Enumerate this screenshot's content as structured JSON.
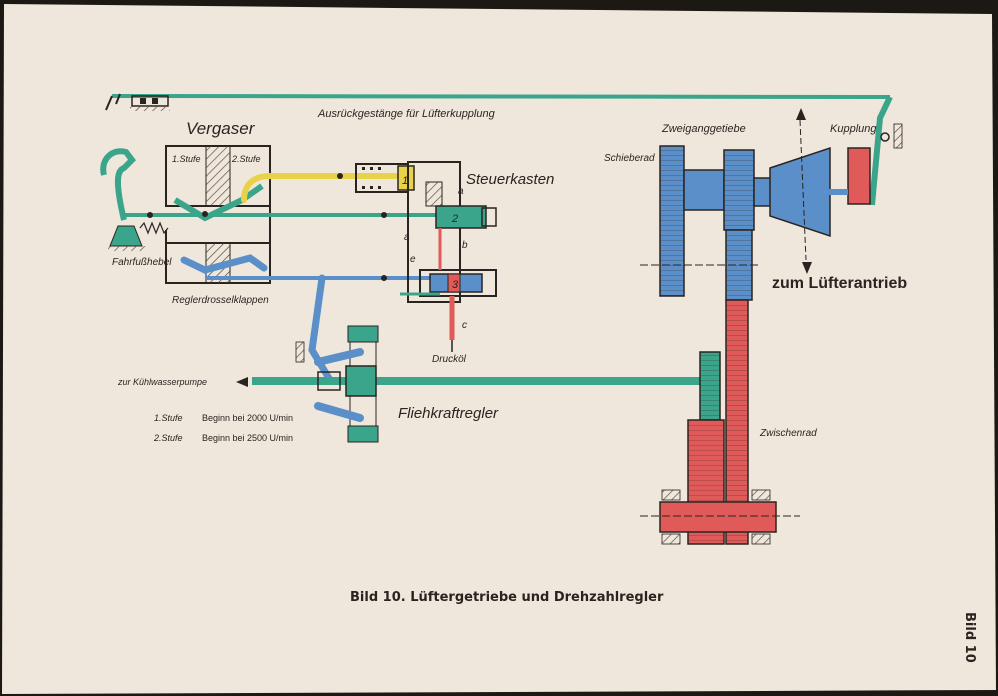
{
  "colors": {
    "paper": "#efe7dc",
    "green": "#3aa58a",
    "blue": "#5b8fc9",
    "red": "#e05a5a",
    "yellow": "#e8d24a",
    "ink": "#2a2420"
  },
  "labels": {
    "linkage": "Ausrückgestänge für Lüfterkupplung",
    "carburetor": "Vergaser",
    "stage1": "1.Stufe",
    "stage2": "2.Stufe",
    "control_box": "Steuerkasten",
    "pedal": "Fahrfußhebel",
    "throttle_flaps": "Reglerdrosselklappen",
    "pressure_oil": "Drucköl",
    "water_pump": "zur Kühlwasserpumpe",
    "governor": "Fliehkraftregler",
    "speed_row1_stage": "1.Stufe",
    "speed_row1_text": "Beginn bei 2000 U/min",
    "speed_row2_stage": "2.Stufe",
    "speed_row2_text": "Beginn bei 2500 U/min",
    "two_speed_gear": "Zweiganggetiebe",
    "sliding_gear": "Schieberad",
    "clutch": "Kupplung",
    "fan_drive": "zum Lüfterantrieb",
    "idler_gear": "Zwischenrad",
    "port_a1": "a",
    "port_a2": "a",
    "port_b": "b",
    "port_c": "c",
    "port_e": "e",
    "piston_1": "1",
    "piston_2": "2",
    "piston_3": "3"
  },
  "caption": "Bild 10. Lüftergetriebe und Drehzahlregler",
  "side_tab": "Bild 10"
}
